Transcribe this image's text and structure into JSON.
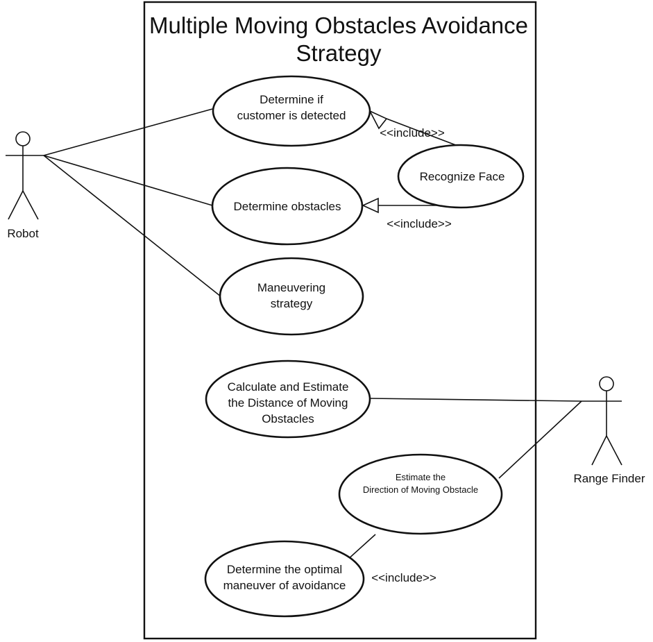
{
  "system": {
    "title_line1": "Multiple Moving Obstacles Avoidance",
    "title_line2": "Strategy"
  },
  "actors": {
    "robot": "Robot",
    "range_finder": "Range Finder"
  },
  "use_cases": {
    "detect_customer": [
      "Determine if",
      "customer is detected"
    ],
    "recognize_face": [
      "Recognize Face"
    ],
    "determine_obstacles": [
      "Determine obstacles"
    ],
    "maneuvering": [
      "Maneuvering",
      "strategy"
    ],
    "calculate_distance": [
      "Calculate and Estimate",
      "the Distance of Moving",
      "Obstacles"
    ],
    "estimate_direction": [
      "Estimate the",
      "Direction of Moving Obstacle"
    ],
    "optimal_maneuver": [
      "Determine the optimal",
      "maneuver of avoidance"
    ]
  },
  "relations": {
    "include_1": "<<include>>",
    "include_2": "<<include>>",
    "include_3": "<<include>>"
  }
}
